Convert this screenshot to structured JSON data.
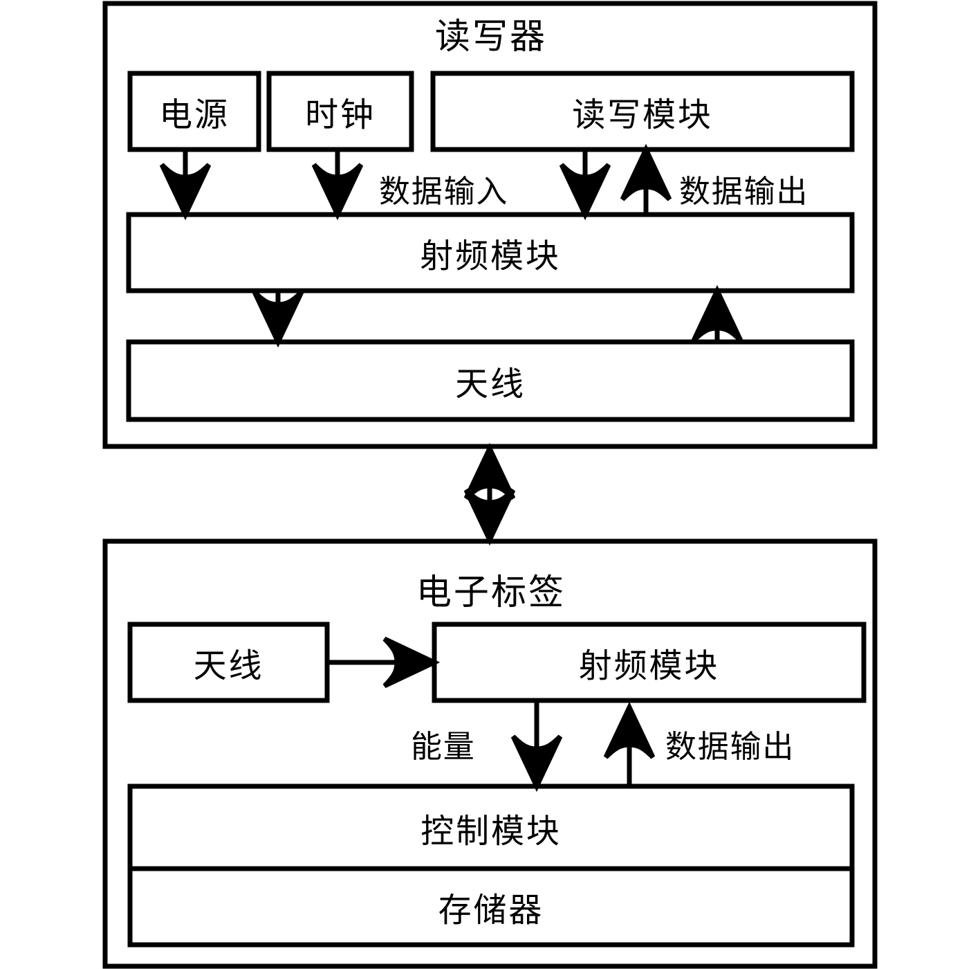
{
  "diagram": {
    "type": "block-diagram",
    "title_top": "读写器",
    "title_bottom": "电子标签",
    "stroke_color": "#000000",
    "background_color": "#ffffff"
  },
  "reader": {
    "title": "读写器",
    "blocks": {
      "power": "电源",
      "clock": "时钟",
      "rw_module": "读写模块",
      "rf_module": "射频模块",
      "antenna": "天线"
    },
    "edge_labels": {
      "data_in": "数据输入",
      "data_out": "数据输出"
    }
  },
  "tag": {
    "title": "电子标签",
    "blocks": {
      "antenna": "天线",
      "rf_module": "射频模块",
      "control_module": "控制模块",
      "memory": "存储器"
    },
    "edge_labels": {
      "energy": "能量",
      "data_out": "数据输出"
    }
  },
  "link": {
    "name": "air-interface-bidirectional-link"
  }
}
